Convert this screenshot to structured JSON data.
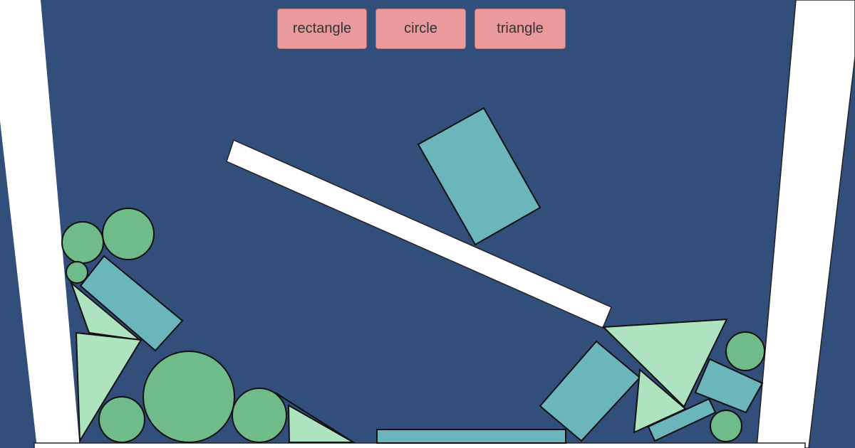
{
  "toolbar": {
    "buttons": [
      {
        "label": "rectangle",
        "name": "rectangle-button"
      },
      {
        "label": "circle",
        "name": "circle-button"
      },
      {
        "label": "triangle",
        "name": "triangle-button"
      }
    ]
  },
  "colors": {
    "background": "#324e7b",
    "wall": "#ffffff",
    "rectangle_fill": "#6bb5bd",
    "circle_fill": "#6fbb89",
    "triangle_fill": "#aee3bf",
    "outline": "#111111",
    "button_fill": "#e89a9d",
    "button_text": "#333333"
  }
}
